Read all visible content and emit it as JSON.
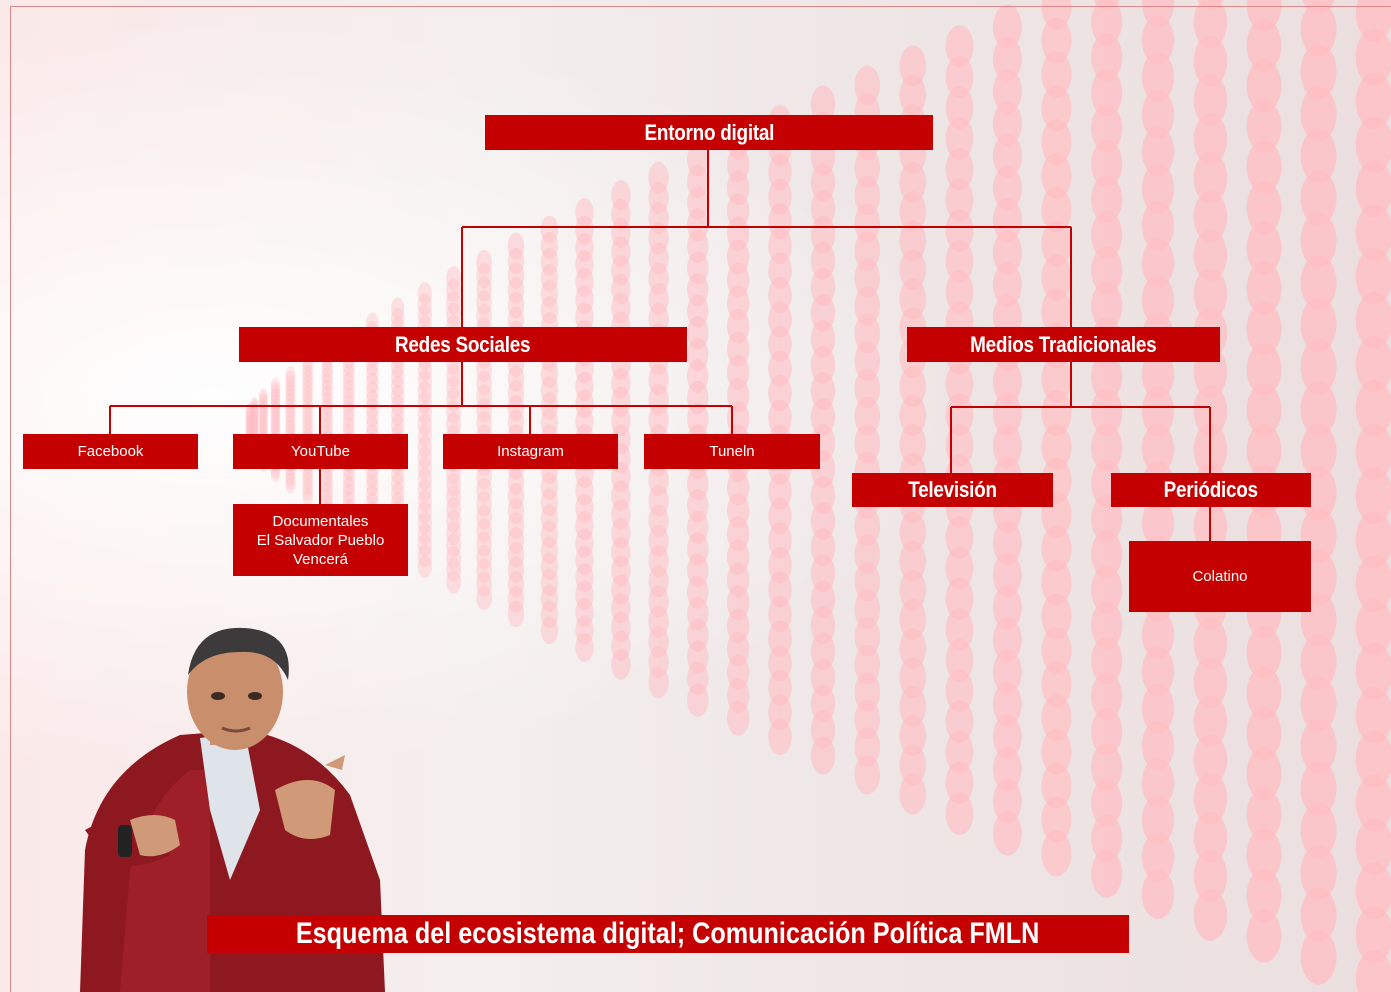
{
  "colors": {
    "box": "#c50000",
    "line": "#c50000",
    "text": "#ffffff"
  },
  "root": {
    "label": "Entorno digital"
  },
  "branches": {
    "redes": {
      "label": "Redes Sociales"
    },
    "medios": {
      "label": "Medios Tradicionales"
    }
  },
  "redes_children": [
    "Facebook",
    "YouTube",
    "Instagram",
    "Tuneln"
  ],
  "youtube_child": [
    "Documentales",
    "El Salvador Pueblo",
    "Vencerá"
  ],
  "medios_children": [
    "Televisión",
    "Periódicos"
  ],
  "periodicos_child": "Colatino",
  "caption": "Esquema del ecosistema digital; Comunicación Política FMLN",
  "photo": {
    "icon": "person-pointing-photo"
  }
}
